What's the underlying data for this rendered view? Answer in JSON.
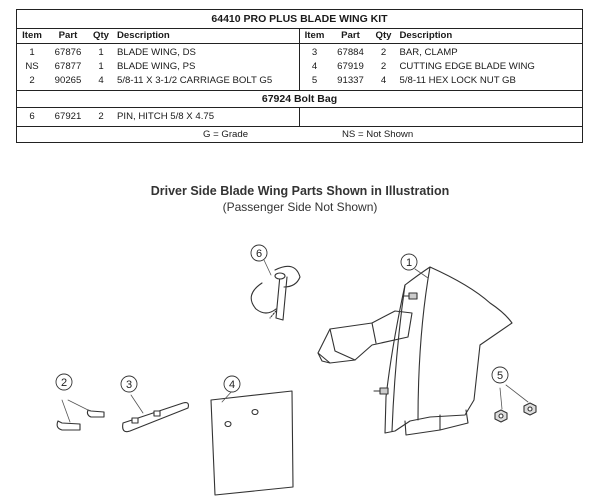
{
  "kit_title": "64410 PRO PLUS BLADE WING KIT",
  "headers": {
    "item": "Item",
    "part": "Part",
    "qty": "Qty",
    "desc": "Description"
  },
  "left_rows": [
    {
      "item": "1",
      "part": "67876",
      "qty": "1",
      "desc": "BLADE WING, DS"
    },
    {
      "item": "NS",
      "part": "67877",
      "qty": "1",
      "desc": "BLADE WING, PS"
    },
    {
      "item": "2",
      "part": "90265",
      "qty": "4",
      "desc": "5/8-11 X 3-1/2 CARRIAGE BOLT G5"
    }
  ],
  "right_rows": [
    {
      "item": "3",
      "part": "67884",
      "qty": "2",
      "desc": "BAR, CLAMP"
    },
    {
      "item": "4",
      "part": "67919",
      "qty": "2",
      "desc": "CUTTING EDGE BLADE WING"
    },
    {
      "item": "5",
      "part": "91337",
      "qty": "4",
      "desc": "5/8-11 HEX LOCK NUT GB"
    }
  ],
  "bolt_bag_title": "67924 Bolt Bag",
  "bolt_bag_rows": [
    {
      "item": "6",
      "part": "67921",
      "qty": "2",
      "desc": "PIN, HITCH 5/8 X 4.75"
    }
  ],
  "footer": {
    "grade": "G = Grade",
    "not_shown": "NS = Not Shown"
  },
  "illustration_heading": "Driver Side Blade Wing Parts Shown in Illustration",
  "illustration_subheading": "(Passenger Side Not Shown)",
  "callouts": [
    "1",
    "2",
    "3",
    "4",
    "5",
    "6"
  ]
}
